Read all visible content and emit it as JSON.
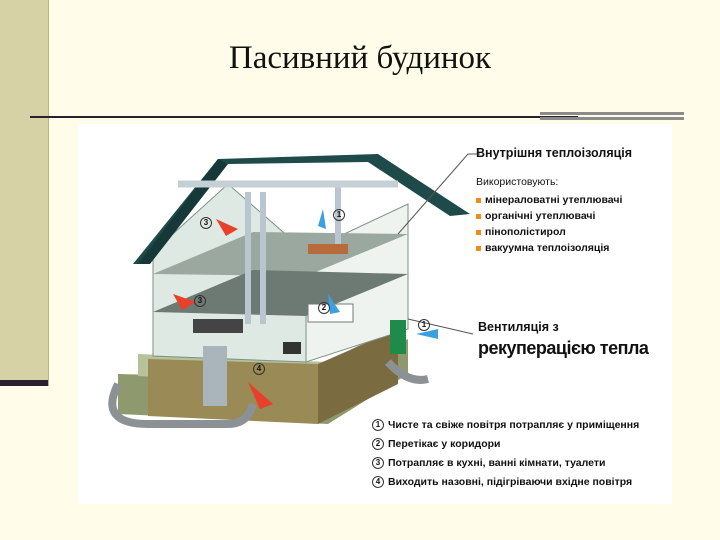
{
  "slide": {
    "title": "Пасивний будинок"
  },
  "insulation": {
    "heading": "Внутрішня теплоізоляція",
    "uses_label": "Використовують:",
    "items": [
      "мінераловатні утеплювачі",
      "органічні утеплювачі",
      "пінополістирол",
      "вакуумна теплоізоляція"
    ]
  },
  "ventilation": {
    "line1": "Вентиляція з",
    "line2": "рекуперацією тепла"
  },
  "legend": [
    {
      "num": "1",
      "text": "Чисте та свіже повітря потрапляє у приміщення"
    },
    {
      "num": "2",
      "text": "Перетікає у коридори"
    },
    {
      "num": "3",
      "text": "Потрапляє в кухні, ванні кімнати, туалети"
    },
    {
      "num": "4",
      "text": "Виходить назовні, підігріваючи вхідне повітря"
    }
  ],
  "markers": [
    "3",
    "1",
    "3",
    "2",
    "4",
    "1"
  ],
  "colors": {
    "accent": "#f08a1c",
    "roof": "#1f4a4a",
    "fresh_air": "#3aa0e0",
    "warm_air": "#e8402a"
  }
}
